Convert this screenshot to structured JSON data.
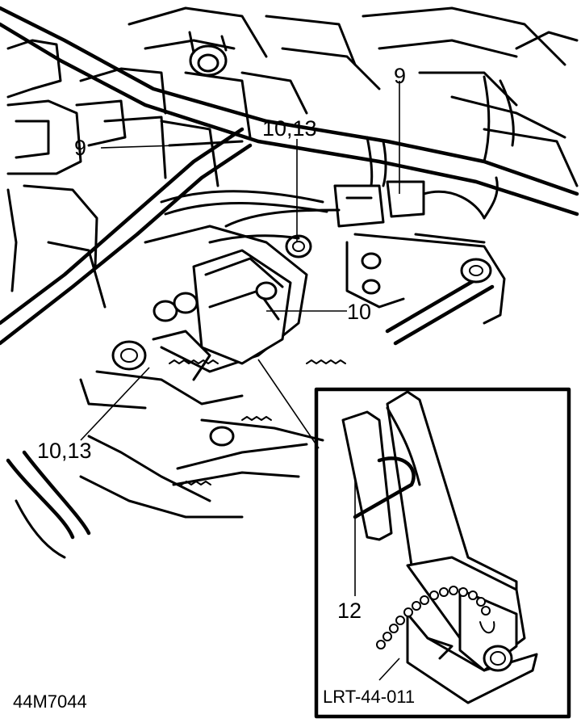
{
  "diagram": {
    "figure_code": "44M7044",
    "inset_tool_code": "LRT-44-011",
    "callouts": {
      "nine_left": "9",
      "nine_top": "9",
      "ten_thirteen_top": "10,13",
      "ten_mid": "10",
      "ten_thirteen_bottom": "10,13",
      "twelve": "12"
    }
  }
}
